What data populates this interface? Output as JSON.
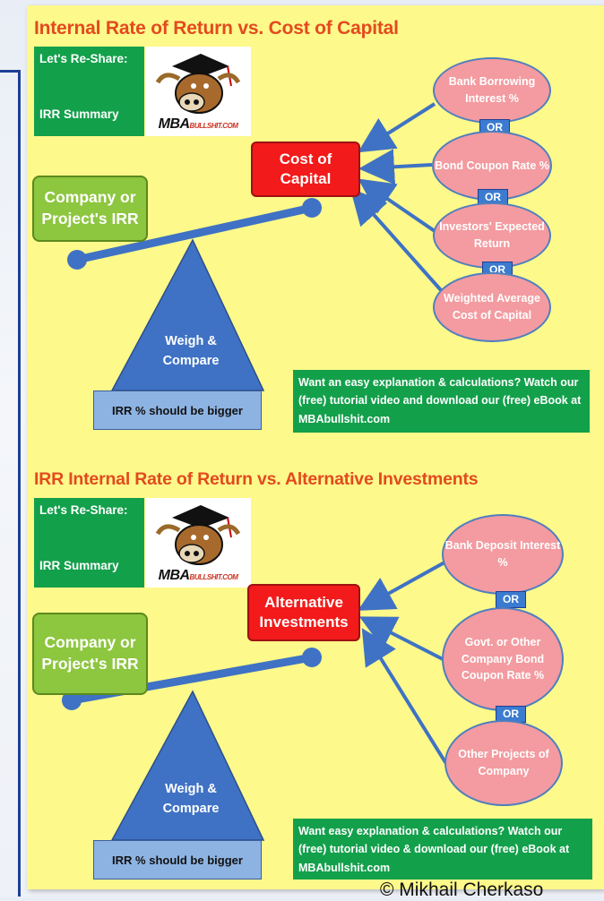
{
  "copyright": "© Mikhail Cherkaso",
  "top": {
    "title": "Internal Rate of Return vs. Cost of Capital",
    "share_line1": "Let's Re-Share:",
    "share_line2": "IRR Summary",
    "logo_main": "MBA",
    "logo_small": "BULLSHIT.COM",
    "irr_box": "Company or Project's IRR",
    "target_box": "Cost of Capital",
    "weigh": "Weigh & Compare",
    "base": "IRR % should be bigger",
    "ellipses": [
      "Bank Borrowing Interest %",
      "Bond Coupon Rate %",
      "Investors' Expected Return",
      "Weighted Average Cost of Capital"
    ],
    "or_label": "OR",
    "note": "Want an easy explanation & calculations? Watch our (free) tutorial video and download our (free) eBook at MBAbullshit.com"
  },
  "bottom": {
    "title": "IRR Internal Rate of Return vs. Alternative Investments",
    "share_line1": "Let's Re-Share:",
    "share_line2": "IRR Summary",
    "logo_main": "MBA",
    "logo_small": "BULLSHIT.COM",
    "irr_box": "Company or Project's IRR",
    "target_box": "Alternative Investments",
    "weigh": "Weigh & Compare",
    "base": "IRR % should be bigger",
    "ellipses": [
      "Bank Deposit Interest %",
      "Govt. or Other Company Bond Coupon Rate %",
      "Other Projects of Company"
    ],
    "or_label": "OR",
    "note": "Want easy explanation & calculations? Watch our (free) tutorial video & download our (free) eBook at MBAbullshit.com"
  },
  "colors": {
    "poster": "#fdf98a",
    "title": "#e34a1f",
    "share_green": "#13a04b",
    "irr_green": "#8dc63f",
    "cost_red": "#f21a1a",
    "ellipse_pink": "#f39ba0",
    "scale_blue": "#3f72c4",
    "or_blue": "#3b7bd0"
  }
}
